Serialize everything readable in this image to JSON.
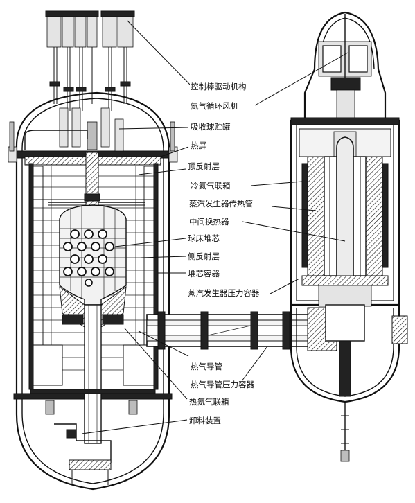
{
  "labels": {
    "control_rod_drive": "控制棒驱动机构",
    "helium_circulator": "氦气循环风机",
    "absorber_ball_tank": "吸收球贮罐",
    "thermal_shield": "热屏",
    "top_reflector": "顶反射层",
    "cold_helium_plenum": "冷氦气联箱",
    "sg_heat_tubes": "蒸汽发生器传热管",
    "intermediate_hx": "中间换热器",
    "pebble_bed_core": "球床堆芯",
    "side_reflector": "侧反射层",
    "core_vessel": "堆芯容器",
    "sg_pressure_vessel": "蒸汽发生器压力容器",
    "hot_gas_duct": "热气导管",
    "hot_gas_duct_vessel": "热气导管压力容器",
    "hot_helium_plenum": "热氦气联箱",
    "fuel_discharge": "卸料装置"
  }
}
